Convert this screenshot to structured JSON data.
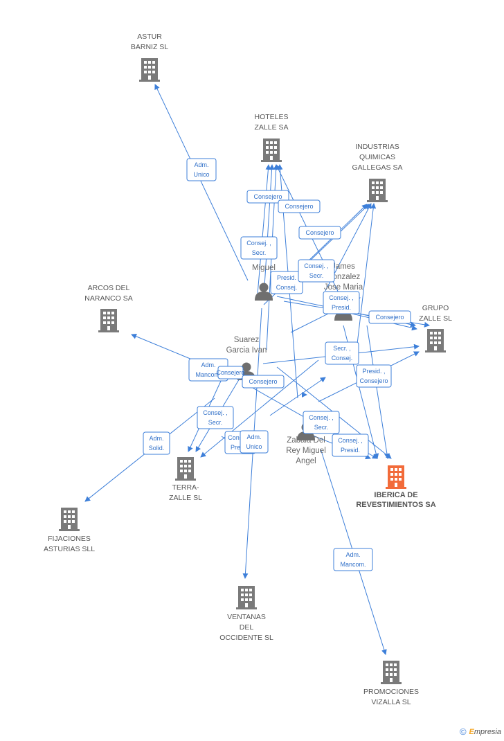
{
  "colors": {
    "edge": "#3d7fd9",
    "company_icon": "#7a7a7a",
    "focus_icon": "#f26b3a",
    "person_icon": "#6f6f6f"
  },
  "companies": [
    {
      "id": "astur",
      "lines": [
        "ASTUR",
        "BARNIZ SL"
      ]
    },
    {
      "id": "hoteles",
      "lines": [
        "HOTELES",
        "ZALLE SA"
      ]
    },
    {
      "id": "industrias",
      "lines": [
        "INDUSTRIAS",
        "QUIMICAS",
        "GALLEGAS SA"
      ]
    },
    {
      "id": "arcos",
      "lines": [
        "ARCOS DEL",
        "NARANCO SA"
      ]
    },
    {
      "id": "grupo",
      "lines": [
        "GRUPO",
        "ZALLE SL"
      ]
    },
    {
      "id": "terra",
      "lines": [
        "TERRA-",
        "ZALLE SL"
      ]
    },
    {
      "id": "iberica",
      "lines": [
        "IBERICA DE",
        "REVESTIMIENTOS SA"
      ],
      "focus": true
    },
    {
      "id": "fijaciones",
      "lines": [
        "FIJACIONES",
        "ASTURIAS SLL"
      ]
    },
    {
      "id": "ventanas",
      "lines": [
        "VENTANAS",
        "DEL",
        "OCCIDENTE SL"
      ]
    },
    {
      "id": "promociones",
      "lines": [
        "PROMOCIONES",
        "VIZALLA SL"
      ]
    }
  ],
  "people": [
    {
      "id": "p_miguel",
      "lines": [
        "",
        "Miguel"
      ]
    },
    {
      "id": "p_james",
      "lines": [
        "James",
        "Gonzalez",
        "Jose Maria"
      ]
    },
    {
      "id": "p_suarez",
      "lines": [
        "Suarez",
        "Garcia Ivan"
      ]
    },
    {
      "id": "p_zabala",
      "lines": [
        "Zabala Del",
        "Rey Miguel",
        "Angel"
      ]
    }
  ],
  "roles": [
    {
      "id": "r_adm_unico_astur",
      "lines": [
        "Adm.",
        "Unico"
      ]
    },
    {
      "id": "r_consejero_hot1",
      "lines": [
        "Consejero"
      ]
    },
    {
      "id": "r_consejero_hot2",
      "lines": [
        "Consejero"
      ]
    },
    {
      "id": "r_consejero_ind",
      "lines": [
        "Consejero"
      ]
    },
    {
      "id": "r_consej_secr_miguel",
      "lines": [
        "Consej. ,",
        "Secr."
      ]
    },
    {
      "id": "r_presid_consej",
      "lines": [
        "Presid.",
        "Consej."
      ]
    },
    {
      "id": "r_consej_secr_james",
      "lines": [
        "Consej. ,",
        "Secr."
      ]
    },
    {
      "id": "r_consej_presid_james",
      "lines": [
        "Consej. ,",
        "Presid."
      ]
    },
    {
      "id": "r_consejero_grupo",
      "lines": [
        "Consejero"
      ]
    },
    {
      "id": "r_secr_consej",
      "lines": [
        "Secr. ,",
        "Consej."
      ]
    },
    {
      "id": "r_adm_mancom_arcos",
      "lines": [
        "Adm.",
        "Mancom."
      ]
    },
    {
      "id": "r_consejero_suarez",
      "lines": [
        "Consejero"
      ]
    },
    {
      "id": "r_consejero_mid",
      "lines": [
        "Consejero"
      ]
    },
    {
      "id": "r_presid_consejero",
      "lines": [
        "Presid. ,",
        "Consejero"
      ]
    },
    {
      "id": "r_consej_secr_terra",
      "lines": [
        "Consej. ,",
        "Secr."
      ]
    },
    {
      "id": "r_adm_solid",
      "lines": [
        "Adm.",
        "Solid."
      ]
    },
    {
      "id": "r_consej_presid_terra",
      "lines": [
        "Consej. ,",
        "Presid."
      ]
    },
    {
      "id": "r_adm_unico_vent",
      "lines": [
        "Adm.",
        "Unico"
      ]
    },
    {
      "id": "r_consej_secr_zabala",
      "lines": [
        "Consej. ,",
        "Secr."
      ]
    },
    {
      "id": "r_consej_presid_zabala",
      "lines": [
        "Consej. ,",
        "Presid."
      ]
    },
    {
      "id": "r_adm_mancom_prom",
      "lines": [
        "Adm.",
        "Mancom."
      ]
    }
  ],
  "footer": {
    "copyright": "©",
    "brand_initial": "E",
    "brand_rest": "mpresia"
  }
}
